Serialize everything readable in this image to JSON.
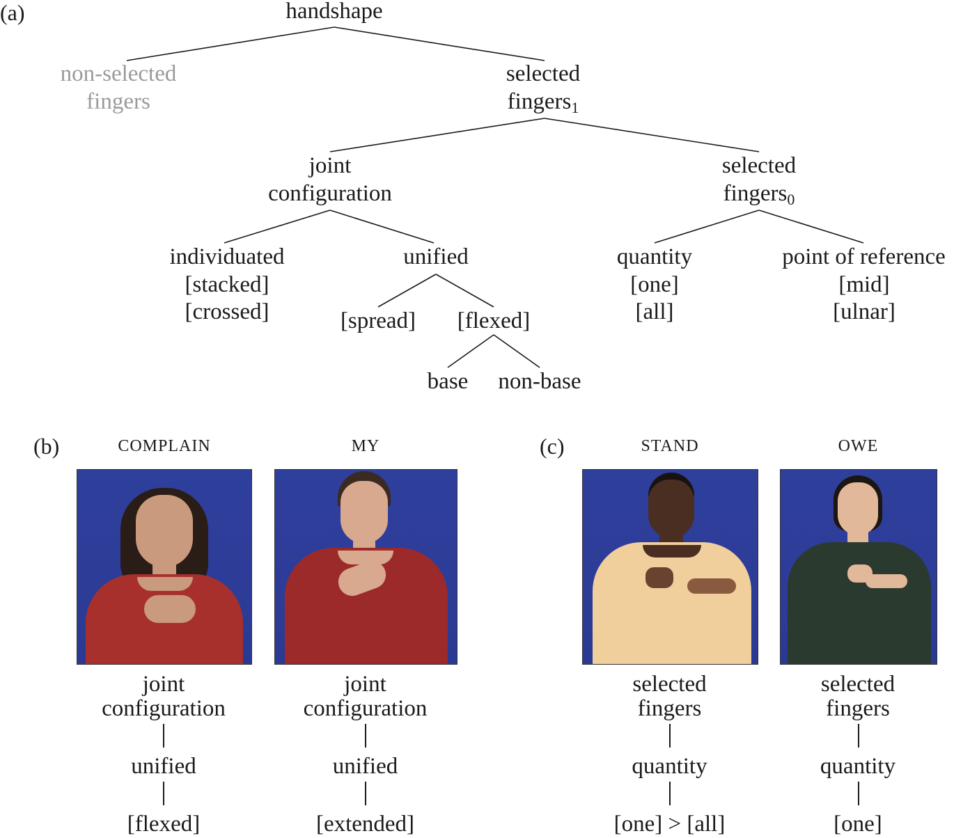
{
  "panel_a": {
    "tag": "(a)",
    "nodes": {
      "handshape": "handshape",
      "non_selected_1": "non-selected",
      "non_selected_2": "fingers",
      "selected1_1": "selected",
      "selected1_2": "fingers",
      "selected1_sub": "1",
      "joint_1": "joint",
      "joint_2": "configuration",
      "selected0_1": "selected",
      "selected0_2": "fingers",
      "selected0_sub": "0",
      "individuated": "individuated",
      "stacked": "[stacked]",
      "crossed": "[crossed]",
      "unified": "unified",
      "spread": "[spread]",
      "flexed": "[flexed]",
      "base": "base",
      "non_base": "non-base",
      "quantity": "quantity",
      "one": "[one]",
      "all": "[all]",
      "por": "point of reference",
      "mid": "[mid]",
      "ulnar": "[ulnar]"
    }
  },
  "panel_b": {
    "tag": "(b)",
    "signs": [
      {
        "gloss": "COMPLAIN",
        "line1": "joint",
        "line2": "configuration",
        "mid": "unified",
        "value": "[flexed]",
        "shirt": "#a8302c",
        "skin": "#c99a7e",
        "hair": "#2a1c16"
      },
      {
        "gloss": "MY",
        "line1": "joint",
        "line2": "configuration",
        "mid": "unified",
        "value": "[extended]",
        "shirt": "#9c2a2a",
        "skin": "#d8a98e",
        "hair": "#3a2a22"
      }
    ]
  },
  "panel_c": {
    "tag": "(c)",
    "signs": [
      {
        "gloss": "STAND",
        "line1": "selected",
        "line2": "fingers",
        "mid": "quantity",
        "value": "[one] > [all]",
        "shirt": "#f0cf9c",
        "skin": "#4a2e22",
        "hair": "#1a1210"
      },
      {
        "gloss": "OWE",
        "line1": "selected",
        "line2": "fingers",
        "mid": "quantity",
        "value": "[one]",
        "shirt": "#2b3a2e",
        "skin": "#e2b89a",
        "hair": "#1c1612"
      }
    ]
  },
  "colors": {
    "text": "#1a1a1a",
    "grey_text": "#9a9a9a",
    "photo_bg": "#2f3f9c"
  }
}
